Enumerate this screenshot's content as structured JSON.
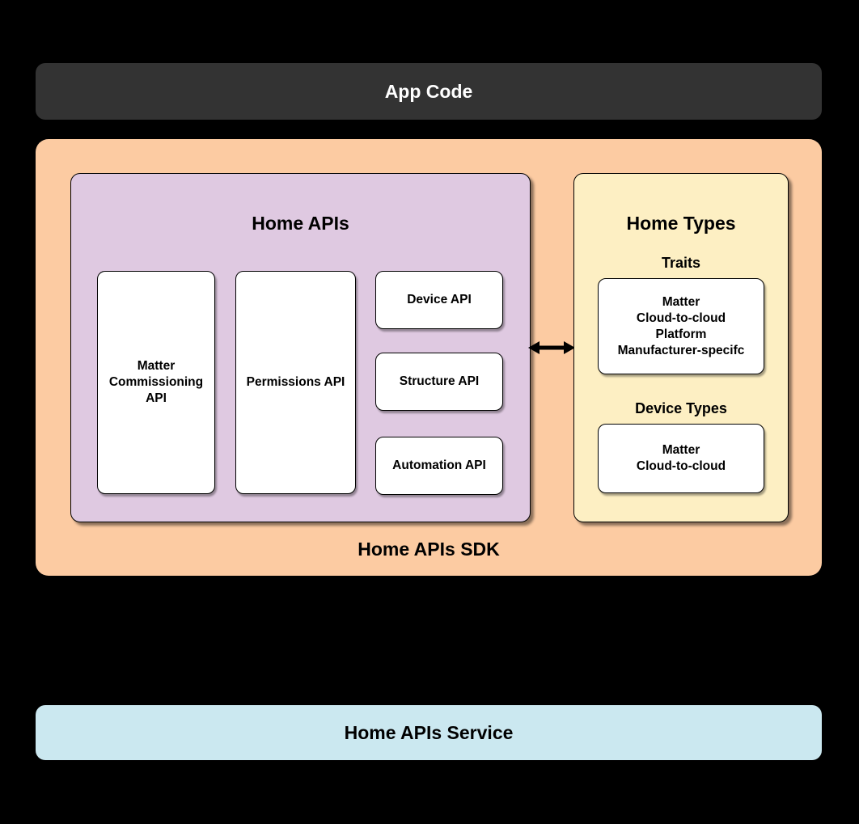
{
  "colors": {
    "background": "#000000",
    "app_code_bg": "#333333",
    "app_code_text": "#FFFFFF",
    "sdk_bg": "#FCCBA2",
    "home_apis_bg": "#DFC9E1",
    "home_types_bg": "#FDEFC3",
    "service_bg": "#CBE8F0",
    "card_bg": "#FFFFFF",
    "outline": "#000000"
  },
  "app_code": {
    "label": "App Code"
  },
  "sdk": {
    "label": "Home APIs SDK",
    "home_apis": {
      "title": "Home APIs",
      "cards": [
        "Matter\nCommissioning\nAPI",
        "Permissions API"
      ],
      "stack": [
        "Device API",
        "Structure API",
        "Automation API"
      ]
    },
    "arrow_icon": "bidirectional-arrow",
    "home_types": {
      "title": "Home Types",
      "traits": {
        "label": "Traits",
        "content": "Matter\nCloud-to-cloud\nPlatform\nManufacturer-specifc"
      },
      "device_types": {
        "label": "Device Types",
        "content": "Matter\nCloud-to-cloud"
      }
    }
  },
  "service": {
    "label": "Home APIs Service"
  }
}
